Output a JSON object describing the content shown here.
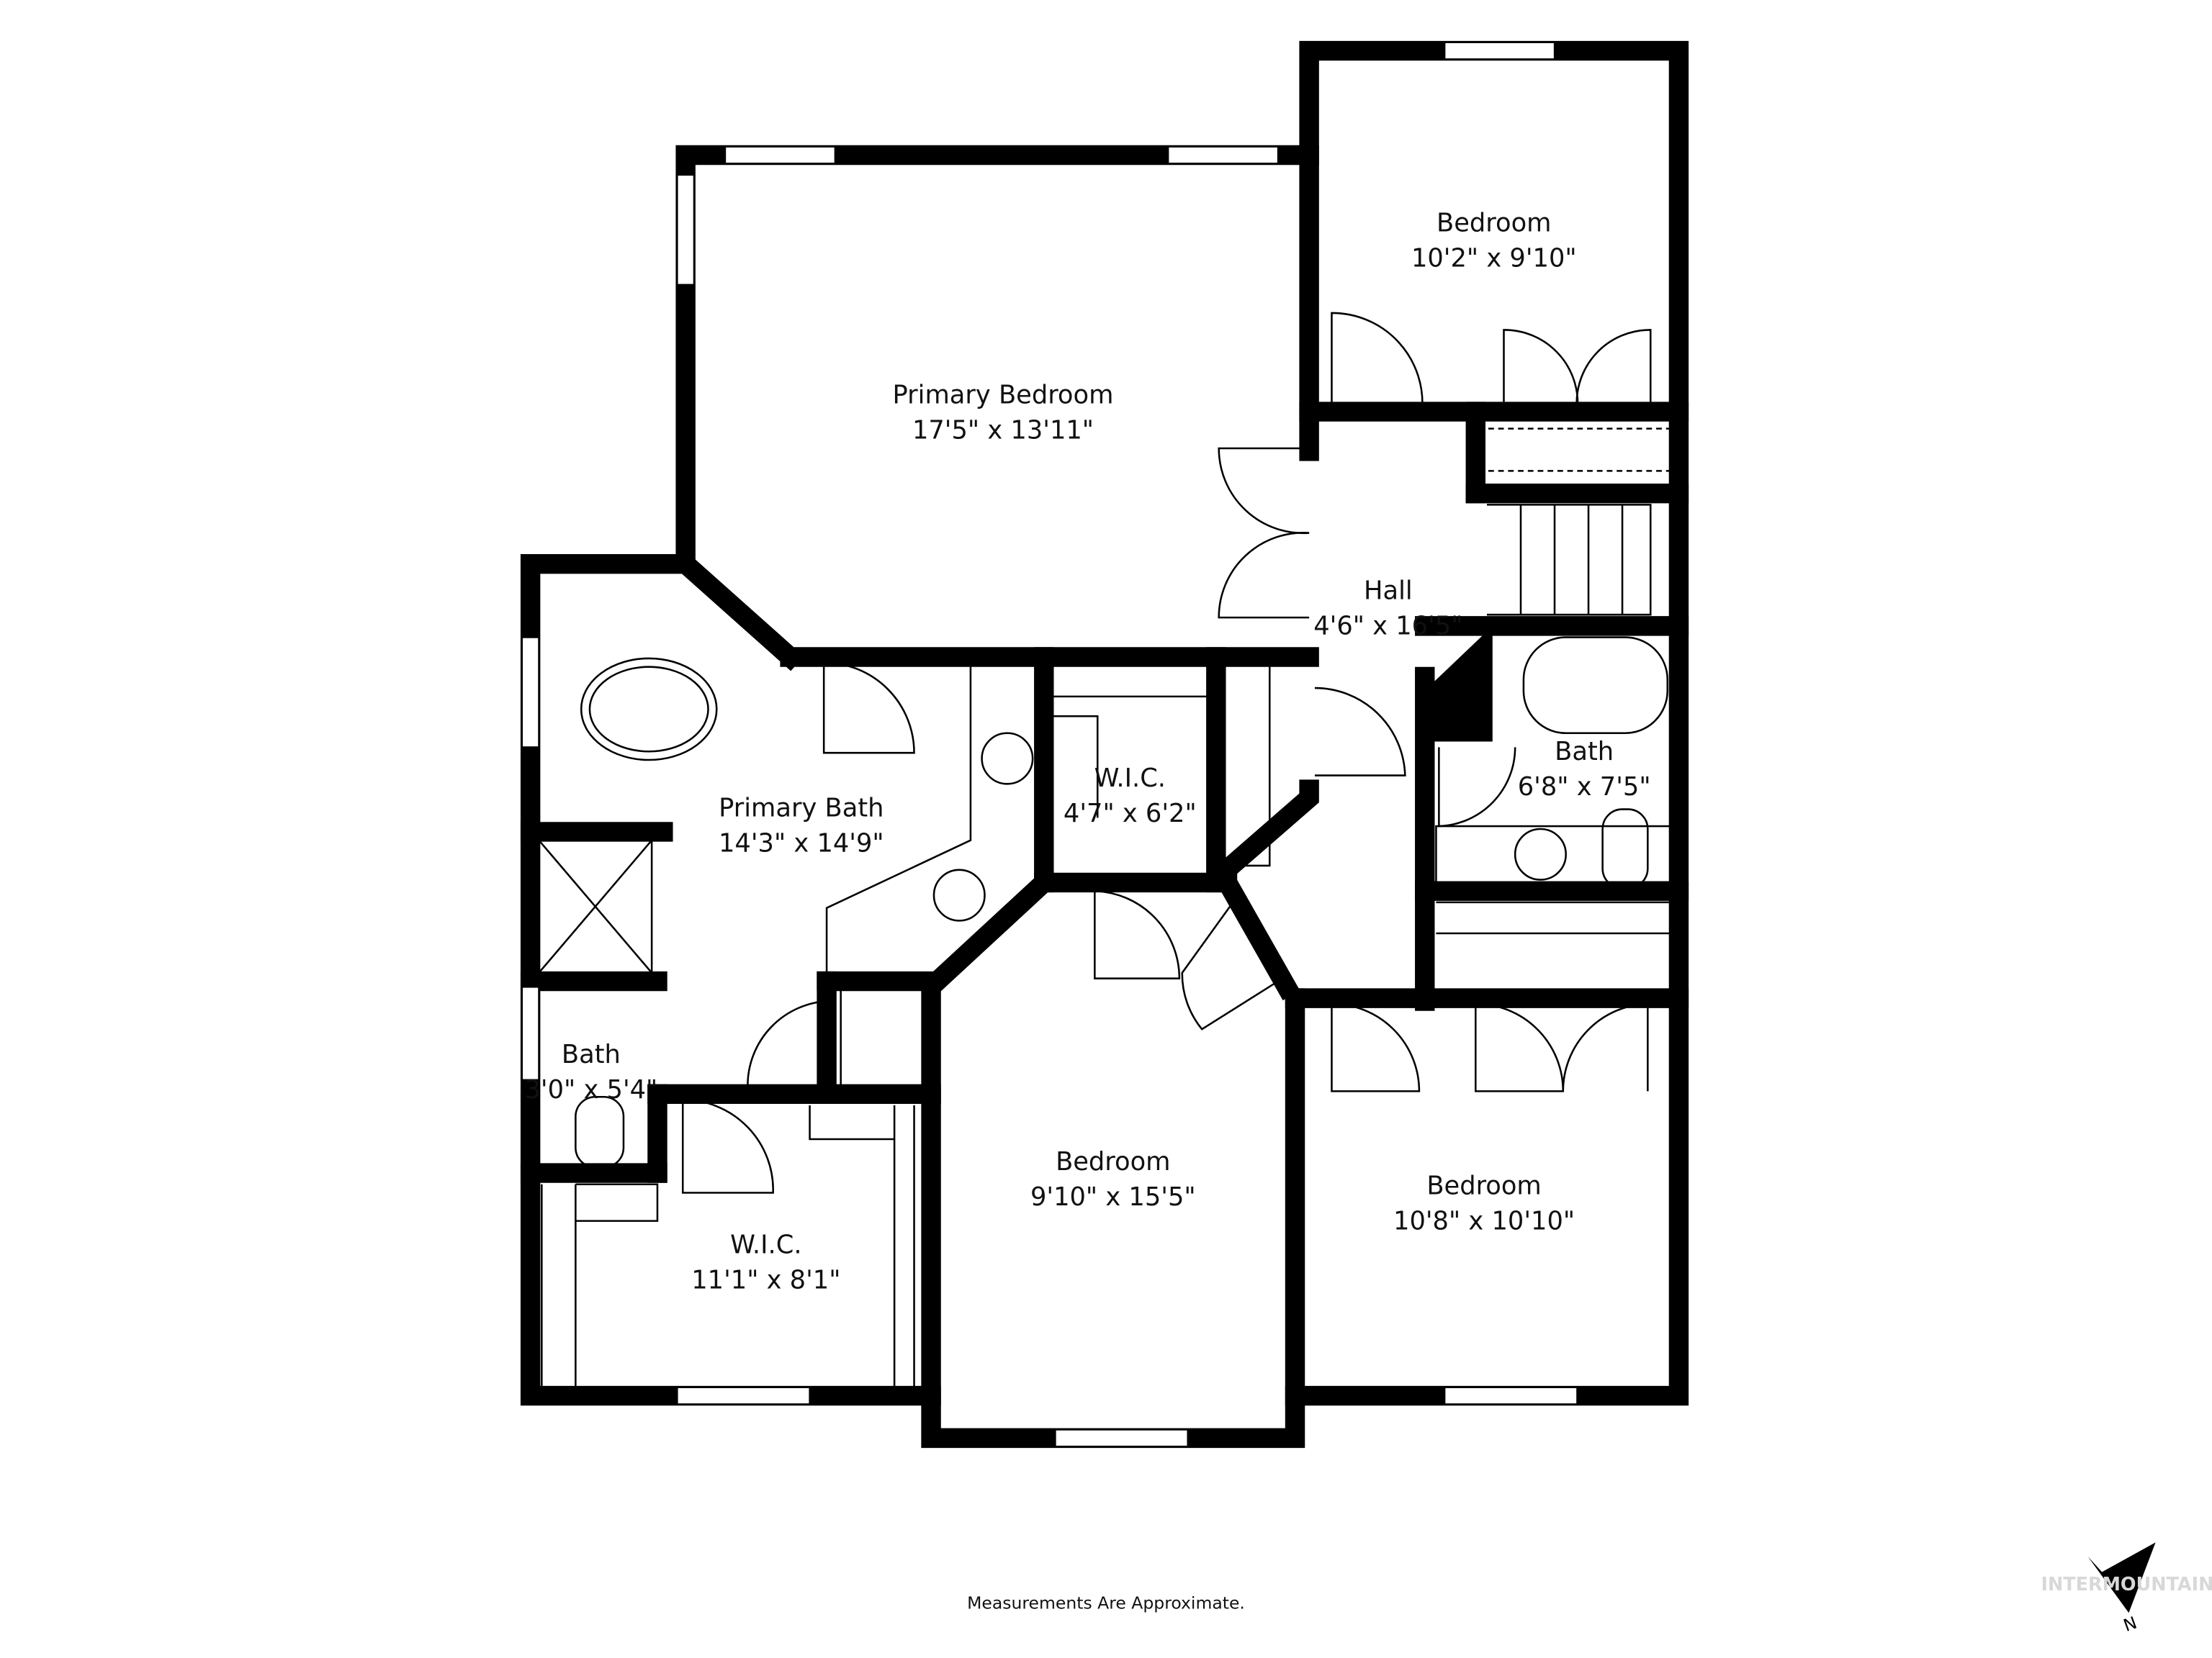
{
  "rooms": [
    {
      "name": "Primary Bedroom",
      "size": "17'5\" x 13'11\""
    },
    {
      "name": "Bedroom",
      "size": "10'2\" x 9'10\""
    },
    {
      "name": "Hall",
      "size": "4'6\" x 16'5\""
    },
    {
      "name": "Primary Bath",
      "size": "14'3\" x 14'9\""
    },
    {
      "name": "W.I.C.",
      "size": "4'7\" x 6'2\""
    },
    {
      "name": "Bath",
      "size": "6'8\" x 7'5\""
    },
    {
      "name": "Bath",
      "size": "3'0\" x 5'4\""
    },
    {
      "name": "Bedroom",
      "size": "9'10\" x 15'5\""
    },
    {
      "name": "Bedroom",
      "size": "10'8\" x 10'10\""
    },
    {
      "name": "W.I.C.",
      "size": "11'1\" x 8'1\""
    }
  ],
  "footer": "Measurements Are Approximate.",
  "compass_label": "N",
  "watermark": "INTERMOUNTAIN"
}
